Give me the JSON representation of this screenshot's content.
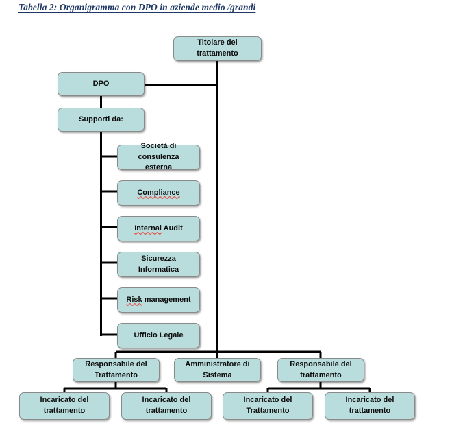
{
  "document": {
    "caption": "Tabella 2: Organigramma  con DPO in aziende medio /grandi",
    "caption_color": "#1f3864",
    "background_color": "#ffffff"
  },
  "theme": {
    "node_fill": "#b9dcdc",
    "node_border": "#8a8a8a",
    "connector_color": "#000000",
    "text_color": "#0d0d0d",
    "spellcheck_underline": "#e8443a"
  },
  "chart_data": {
    "type": "diagram",
    "subtype": "organization-chart",
    "title": "Tabella 2: Organigramma  con DPO in aziende medio /grandi",
    "nodes": [
      {
        "id": "titolare",
        "label": "Titolare del trattamento",
        "level": 0
      },
      {
        "id": "dpo",
        "label": "DPO",
        "level": 1
      },
      {
        "id": "supporti",
        "label": "Supporti da:",
        "level": 2
      },
      {
        "id": "sup1",
        "label": "Società di consulenza\nesterna",
        "level": 3
      },
      {
        "id": "sup2",
        "label": "Compliance",
        "level": 3
      },
      {
        "id": "sup3",
        "label": "Internal Audit",
        "level": 3
      },
      {
        "id": "sup4",
        "label": "Sicurezza Informatica",
        "level": 3
      },
      {
        "id": "sup5",
        "label": "Risk management",
        "level": 3
      },
      {
        "id": "sup6",
        "label": "Ufficio  Legale",
        "level": 3
      },
      {
        "id": "resp1",
        "label": "Responsabile del\nTrattamento",
        "level": 1
      },
      {
        "id": "amm",
        "label": "Amministratore di\nSistema",
        "level": 1
      },
      {
        "id": "resp2",
        "label": "Responsabile del\ntrattamento",
        "level": 1
      },
      {
        "id": "inc1",
        "label": "Incaricato del\ntrattamento",
        "level": 2
      },
      {
        "id": "inc2",
        "label": "Incaricato del\ntrattamento",
        "level": 2
      },
      {
        "id": "inc3",
        "label": "Incaricato del\nTrattamento",
        "level": 2
      },
      {
        "id": "inc4",
        "label": "Incaricato del\ntrattamento",
        "level": 2
      }
    ],
    "edges": [
      {
        "from": "titolare",
        "to": "dpo"
      },
      {
        "from": "dpo",
        "to": "supporti"
      },
      {
        "from": "supporti",
        "to": "sup1"
      },
      {
        "from": "supporti",
        "to": "sup2"
      },
      {
        "from": "supporti",
        "to": "sup3"
      },
      {
        "from": "supporti",
        "to": "sup4"
      },
      {
        "from": "supporti",
        "to": "sup5"
      },
      {
        "from": "supporti",
        "to": "sup6"
      },
      {
        "from": "titolare",
        "to": "resp1"
      },
      {
        "from": "titolare",
        "to": "amm"
      },
      {
        "from": "titolare",
        "to": "resp2"
      },
      {
        "from": "resp1",
        "to": "inc1"
      },
      {
        "from": "resp1",
        "to": "inc2"
      },
      {
        "from": "resp2",
        "to": "inc3"
      },
      {
        "from": "resp2",
        "to": "inc4"
      }
    ]
  },
  "nodes": {
    "titolare": {
      "line1": "Titolare del trattamento"
    },
    "dpo": {
      "line1": "DPO"
    },
    "supporti": {
      "line1": "Supporti da:"
    },
    "sup1": {
      "line1": "Società di consulenza",
      "line2": "esterna"
    },
    "sup2": {
      "word_flagged": "Compliance"
    },
    "sup3": {
      "word_flagged": "Internal",
      "rest": " Audit"
    },
    "sup4": {
      "line1": "Sicurezza Informatica"
    },
    "sup5": {
      "word_flagged": "Risk",
      "rest": " management"
    },
    "sup6": {
      "line1": "Ufficio  Legale"
    },
    "resp1": {
      "line1": "Responsabile del",
      "line2": "Trattamento"
    },
    "amm": {
      "line1": "Amministratore di",
      "line2": "Sistema"
    },
    "resp2": {
      "line1": "Responsabile del",
      "line2": "trattamento"
    },
    "inc1": {
      "line1": "Incaricato del",
      "line2": "trattamento"
    },
    "inc2": {
      "line1": "Incaricato del",
      "line2": "trattamento"
    },
    "inc3": {
      "line1": "Incaricato del",
      "line2": "Trattamento"
    },
    "inc4": {
      "line1": "Incaricato del",
      "line2": "trattamento"
    }
  }
}
